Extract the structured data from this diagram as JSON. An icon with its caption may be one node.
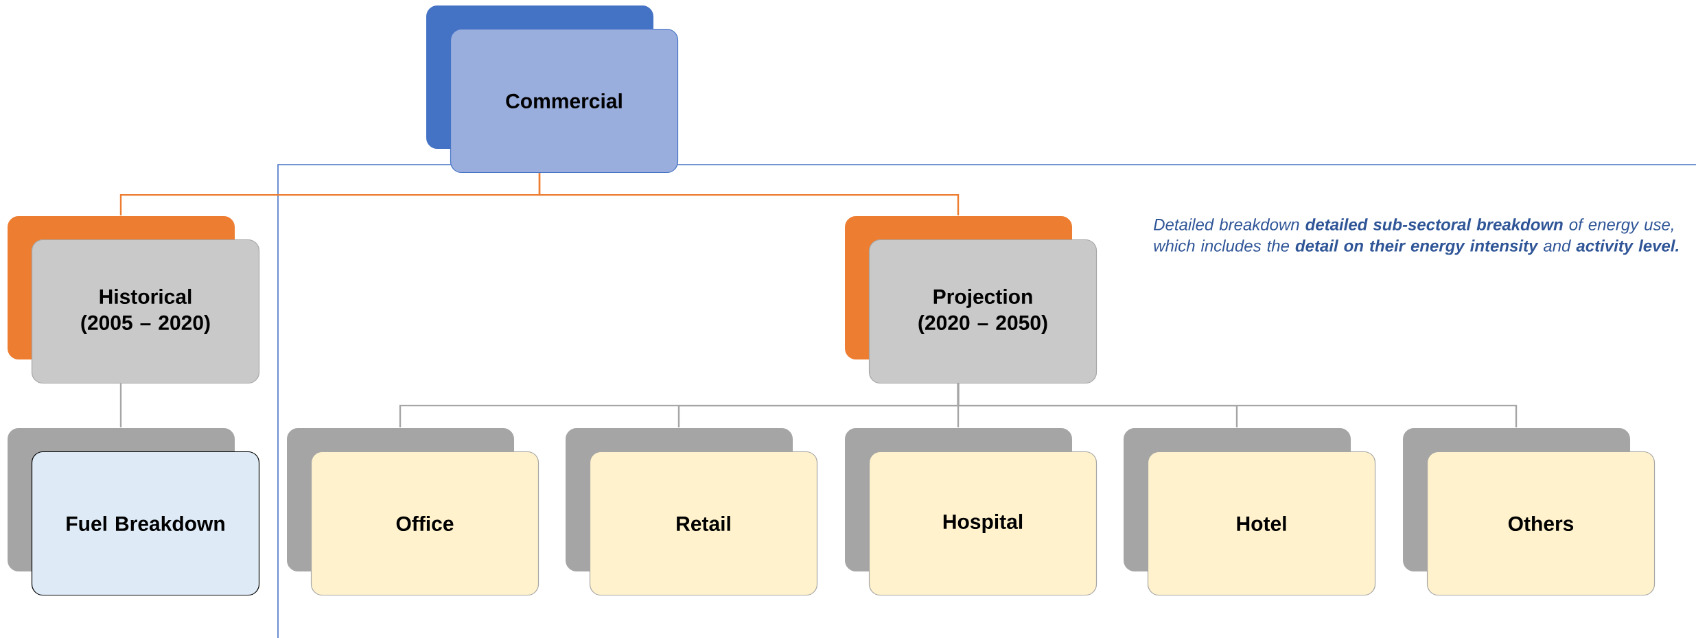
{
  "diagram": {
    "nodes": [
      {
        "text": [
          "Commercial"
        ]
      },
      {
        "text": [
          "Historical (2005 – 2020)"
        ]
      },
      {
        "text": [
          "Projection (2020 – 2050)"
        ]
      },
      {
        "text": [
          "Fuel Breakdown"
        ]
      },
      {
        "text": [
          "Office"
        ]
      },
      {
        "text": [
          "Retail"
        ]
      },
      {
        "text": [
          "Hospital"
        ]
      },
      {
        "text": [
          "Hotel"
        ]
      },
      {
        "text": [
          "Others"
        ]
      }
    ],
    "edges": [
      {
        "from": 0,
        "to": 1,
        "arrow": "none",
        "color": "#ed7d31"
      },
      {
        "from": 0,
        "to": 2,
        "arrow": "none",
        "color": "#ed7d31"
      },
      {
        "from": 1,
        "to": 3,
        "arrow": "none"
      },
      {
        "from": 2,
        "to": 4,
        "arrow": "none"
      },
      {
        "from": 2,
        "to": 5,
        "arrow": "none"
      },
      {
        "from": 2,
        "to": 6,
        "arrow": "none"
      },
      {
        "from": 2,
        "to": 7,
        "arrow": "none"
      },
      {
        "from": 2,
        "to": 8,
        "arrow": "none"
      }
    ],
    "labels": [
      "Detailed breakdown **detailed sub-sectoral breakdown** of energy use, which includes the **detail on their energy intensity** and **activity level.**"
    ]
  }
}
